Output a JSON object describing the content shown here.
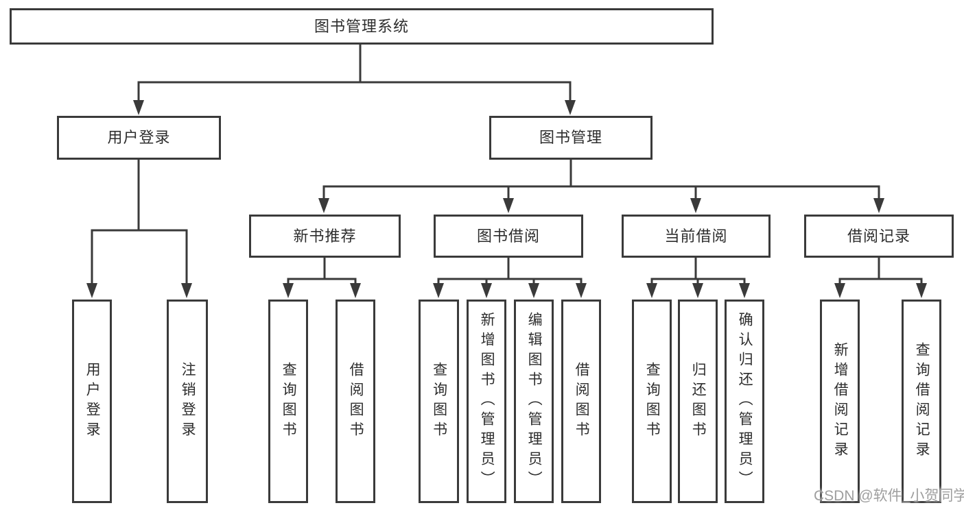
{
  "diagram": {
    "type": "tree",
    "root": {
      "label": "图书管理系统",
      "children": [
        {
          "label": "用户登录",
          "children": [
            {
              "label": "用户登录"
            },
            {
              "label": "注销登录"
            }
          ]
        },
        {
          "label": "图书管理",
          "children": [
            {
              "label": "新书推荐",
              "children": [
                {
                  "label": "查询图书"
                },
                {
                  "label": "借阅图书"
                }
              ]
            },
            {
              "label": "图书借阅",
              "children": [
                {
                  "label": "查询图书"
                },
                {
                  "label": "新增图书（管理员）"
                },
                {
                  "label": "编辑图书（管理员）"
                },
                {
                  "label": "借阅图书"
                }
              ]
            },
            {
              "label": "当前借阅",
              "children": [
                {
                  "label": "查询图书"
                },
                {
                  "label": "归还图书"
                },
                {
                  "label": "确认归还（管理员）"
                }
              ]
            },
            {
              "label": "借阅记录",
              "children": [
                {
                  "label": "新增借阅记录"
                },
                {
                  "label": "查询借阅记录"
                }
              ]
            }
          ]
        }
      ]
    }
  },
  "watermark": {
    "text": "CSDN @软件_小贺同学"
  },
  "colors": {
    "line": "#3a3a3a",
    "text": "#2d2d2d",
    "box_bg": "#ffffff",
    "watermark": "#9e9e9e",
    "background": "#ffffff"
  }
}
